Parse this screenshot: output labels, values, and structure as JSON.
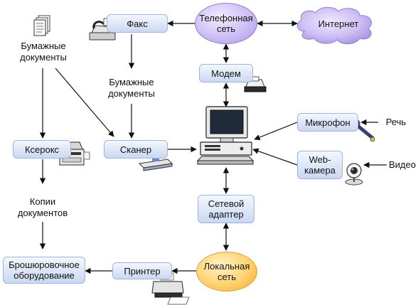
{
  "nodes": {
    "fax": "Факс",
    "phone_network_1": "Телефонная",
    "phone_network_2": "сеть",
    "internet": "Интернет",
    "modem": "Модем",
    "paper_docs_top_1": "Бумажные",
    "paper_docs_top_2": "документы",
    "paper_docs_mid_1": "Бумажные",
    "paper_docs_mid_2": "документы",
    "xerox": "Ксерокс",
    "scanner": "Сканер",
    "microphone": "Микрофон",
    "speech": "Речь",
    "webcam_1": "Web-",
    "webcam_2": "камера",
    "video": "Видео",
    "copies_1": "Копии",
    "copies_2": "документов",
    "network_adapter_1": "Сетевой",
    "network_adapter_2": "адаптер",
    "binding_1": "Брошюровочное",
    "binding_2": "оборудование",
    "printer": "Принтер",
    "local_network_1": "Локальная",
    "local_network_2": "сеть"
  },
  "icons": [
    "documents-stack-icon",
    "fax-machine-icon",
    "modem-icon",
    "computer-icon",
    "copier-icon",
    "scanner-icon",
    "microphone-icon",
    "webcam-icon",
    "printer-icon",
    "cloud-shape"
  ],
  "colors": {
    "box_fill": "#c9d8f2",
    "box_border": "#9fb5dd",
    "ellipse_blue": "#cdbff4",
    "ellipse_orange": "#ffd26f",
    "arrow": "#111111"
  }
}
